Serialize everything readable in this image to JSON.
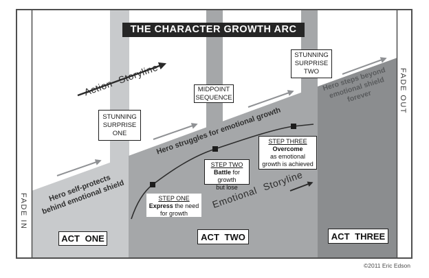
{
  "colors": {
    "act1": "#c8cacc",
    "act2": "#a5a7a9",
    "act3": "#8b8d8f",
    "frame": "#4f4f4f",
    "titlebg": "#262626",
    "titlefg": "#ffffff"
  },
  "title": "THE CHARACTER GROWTH ARC",
  "fade_in": "FADE IN",
  "fade_out": "FADE OUT",
  "action_storyline": "Action Storyline",
  "emotional_storyline": "Emotional Storyline",
  "annotations": {
    "self_protect": {
      "line1": "Hero self-protects",
      "line2": "behind emotional shield"
    },
    "struggles": "Hero struggles for emotional growth",
    "steps_beyond": {
      "line1": "Hero steps beyond",
      "line2": "emotional shield",
      "line3": "forever"
    }
  },
  "beats": {
    "surprise_one": {
      "line1": "STUNNING",
      "line2": "SURPRISE",
      "line3": "ONE"
    },
    "midpoint": {
      "line1": "MIDPOINT",
      "line2": "SEQUENCE"
    },
    "surprise_two": {
      "line1": "STUNNING",
      "line2": "SURPRISE",
      "line3": "TWO"
    }
  },
  "steps": {
    "one": {
      "heading": "STEP ONE",
      "keyword": "Express",
      "rest": " the need",
      "line3": "for growth"
    },
    "two": {
      "heading": "STEP TWO",
      "keyword": "Battle",
      "rest": " for growth",
      "line3": "but lose"
    },
    "three": {
      "heading": "STEP THREE",
      "keyword": "Overcome",
      "line3": "as emotional",
      "line4": "growth is achieved"
    }
  },
  "acts": {
    "one": "ACT ONE",
    "two": "ACT TWO",
    "three": "ACT THREE"
  },
  "copyright": "©2011 Eric Edson"
}
